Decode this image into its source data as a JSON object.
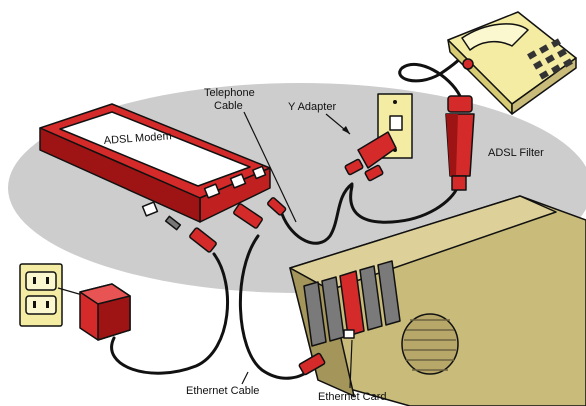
{
  "labels": {
    "modem": "ADSL Modem",
    "telephone_line1": "Telephone",
    "telephone_line2": "Cable",
    "y_adapter": "Y Adapter",
    "adsl_filter": "ADSL Filter",
    "ethernet_cable": "Ethernet Cable",
    "ethernet_card": "Ethernet Card"
  },
  "colors": {
    "device_red": "#d42a2a",
    "device_red_dark": "#9e1414",
    "cream": "#f3eca2",
    "computer_tan": "#c9bb7a",
    "computer_tan_dark": "#a4955a",
    "floor_gray": "#cdcdcd",
    "cable": "#111111"
  }
}
